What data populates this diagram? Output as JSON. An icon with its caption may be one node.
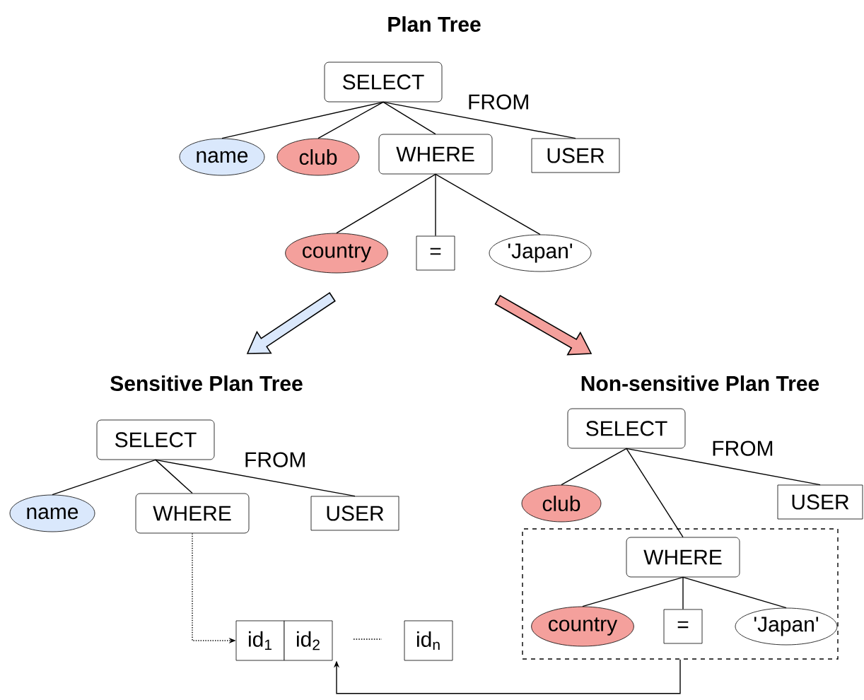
{
  "diagram": {
    "title": "Plan Tree",
    "nodes": [
      {
        "text": [
          "SELECT"
        ]
      },
      {
        "text": [
          "name"
        ]
      },
      {
        "text": [
          "club"
        ]
      },
      {
        "text": [
          "WHERE"
        ]
      },
      {
        "text": [
          "USER"
        ]
      },
      {
        "text": [
          "country"
        ]
      },
      {
        "text": [
          "="
        ]
      },
      {
        "text": [
          "'Japan'"
        ]
      },
      {
        "text": [
          "Sensitive Plan Tree"
        ]
      },
      {
        "text": [
          "SELECT"
        ]
      },
      {
        "text": [
          "name"
        ]
      },
      {
        "text": [
          "WHERE"
        ]
      },
      {
        "text": [
          "USER"
        ]
      },
      {
        "text": [
          "id$_{1}$"
        ]
      },
      {
        "text": [
          "id$_{2}$"
        ]
      },
      {
        "text": [
          "id$_{n}$"
        ]
      },
      {
        "text": [
          "Non-sensitive Plan Tree"
        ]
      },
      {
        "text": [
          "SELECT"
        ]
      },
      {
        "text": [
          "club"
        ]
      },
      {
        "text": [
          "USER"
        ]
      },
      {
        "text": [],
        "shape": "box"
      },
      {
        "text": [
          "WHERE"
        ],
        "in": 20
      },
      {
        "text": [
          "country"
        ],
        "in": 20
      },
      {
        "text": [
          "="
        ],
        "in": 20
      },
      {
        "text": [
          "'Japan'"
        ],
        "in": 20
      }
    ],
    "edges": [
      {
        "from": 0,
        "to": 1,
        "arrow": "none"
      },
      {
        "from": 0,
        "to": 2,
        "arrow": "none"
      },
      {
        "from": 0,
        "to": 3,
        "arrow": "none"
      },
      {
        "from": 0,
        "to": 4,
        "arrow": "none",
        "label": "FROM"
      },
      {
        "from": 3,
        "to": 5,
        "arrow": "none"
      },
      {
        "from": 3,
        "to": 6,
        "arrow": "none"
      },
      {
        "from": 3,
        "to": 7,
        "arrow": "none"
      },
      {
        "from": null,
        "to": 8,
        "arrow": "to",
        "color": "#dae8fc"
      },
      {
        "from": null,
        "to": 16,
        "arrow": "to",
        "color": "#f4a09c"
      },
      {
        "from": 9,
        "to": 10,
        "arrow": "none"
      },
      {
        "from": 9,
        "to": 11,
        "arrow": "none"
      },
      {
        "from": 9,
        "to": 12,
        "arrow": "none",
        "label": "FROM"
      },
      {
        "from": 11,
        "to": 13,
        "arrow": "to",
        "style": "dashed"
      },
      {
        "from": 17,
        "to": 18,
        "arrow": "none"
      },
      {
        "from": 17,
        "to": 21,
        "arrow": "none"
      },
      {
        "from": 17,
        "to": 19,
        "arrow": "none",
        "label": "FROM"
      },
      {
        "from": 21,
        "to": 22,
        "arrow": "none"
      },
      {
        "from": 21,
        "to": 23,
        "arrow": "none"
      },
      {
        "from": 21,
        "to": 24,
        "arrow": "none"
      },
      {
        "from": 20,
        "to": 14,
        "arrow": "to"
      }
    ]
  }
}
